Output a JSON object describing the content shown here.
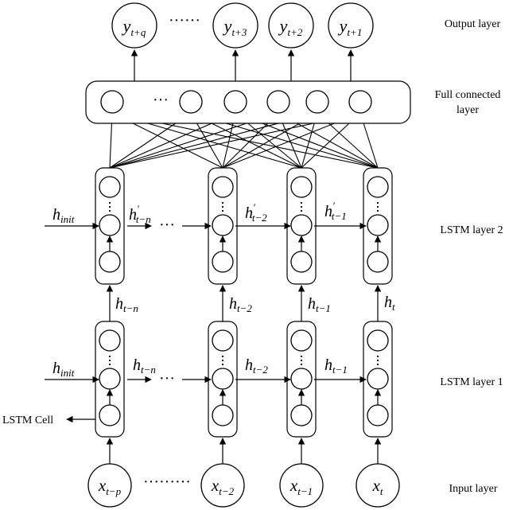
{
  "layers": {
    "output": "Output layer",
    "fc_line1": "Full connected",
    "fc_line2": "layer",
    "lstm2": "LSTM layer 2",
    "lstm1": "LSTM layer 1",
    "input": "Input layer"
  },
  "callout": {
    "lstm_cell": "LSTM Cell"
  },
  "outputs": [
    {
      "base": "y",
      "sub": "t+q"
    },
    {
      "base": "y",
      "sub": "t+3"
    },
    {
      "base": "y",
      "sub": "t+2"
    },
    {
      "base": "y",
      "sub": "t+1"
    }
  ],
  "inputs": [
    {
      "base": "x",
      "sub": "t−p"
    },
    {
      "base": "x",
      "sub": "t−2"
    },
    {
      "base": "x",
      "sub": "t−1"
    },
    {
      "base": "x",
      "sub": "t"
    }
  ],
  "h_between": [
    {
      "base": "h",
      "sub": "t−n"
    },
    {
      "base": "h",
      "sub": "t−2"
    },
    {
      "base": "h",
      "sub": "t−1"
    },
    {
      "base": "h",
      "sub": "t"
    }
  ],
  "lstm1_states": [
    {
      "base": "h",
      "sub": "init"
    },
    {
      "base": "h",
      "sub": "t−n"
    },
    {
      "base": "h",
      "sub": "t−2"
    },
    {
      "base": "h",
      "sub": "t−1"
    }
  ],
  "lstm2_states": [
    {
      "base": "h",
      "sub": "init"
    },
    {
      "base": "h",
      "sub": "t−n",
      "prime": "′"
    },
    {
      "base": "h",
      "sub": "t−2",
      "prime": "′"
    },
    {
      "base": "h",
      "sub": "t−1",
      "prime": "′"
    }
  ],
  "ellipsis": {
    "output": "······",
    "fc": "···",
    "lstm": "···",
    "input": "·········"
  }
}
